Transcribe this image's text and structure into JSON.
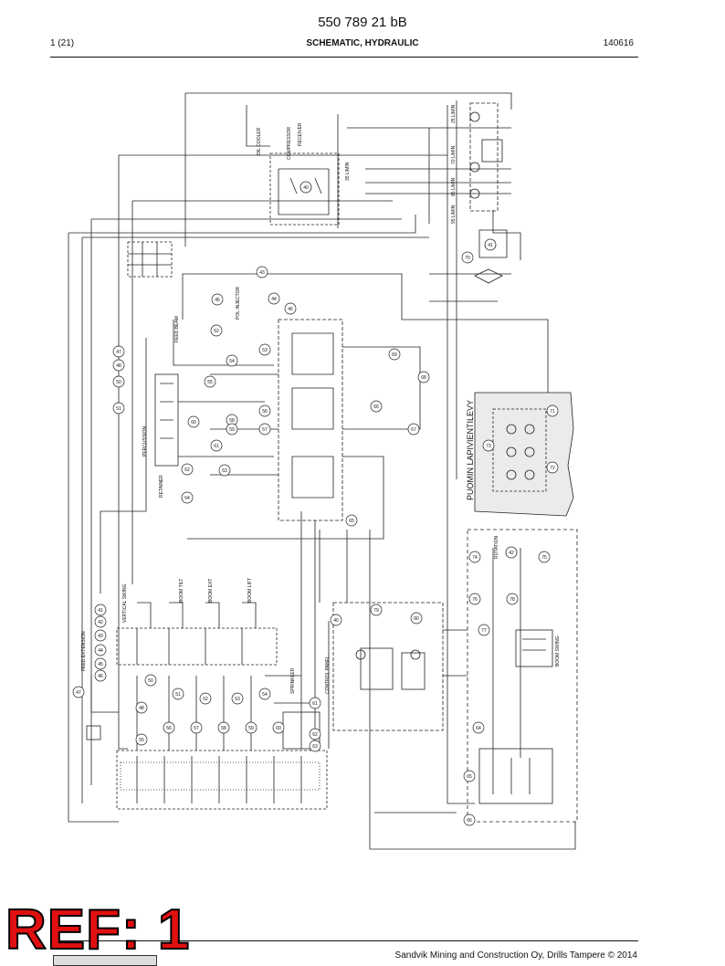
{
  "header": {
    "doc_number": "550 789 21 bB",
    "page": "1 (21)",
    "title": "SCHEMATIC, HYDRAULIC",
    "date": "140616"
  },
  "footer": {
    "copyright": "Sandvik Mining and Construction Oy, Drills Tampere © 2014",
    "stamp": "REF: 1"
  },
  "labels": {
    "oil_cooler": "OIL COOLER",
    "compressor": "COMPRESSOR",
    "receiver": "RECEIVER",
    "feed_beam": "FEED BEAM",
    "percussion": "PERCUSSION",
    "retainer": "RETAINER",
    "pol_injector": "POL INJECTOR",
    "control_panel": "CONTROL PANEL",
    "rotation": "ROTATION",
    "boom_swing": "BOOM SWING",
    "vertical_swing": "VERTICAL SWING",
    "boom_tilt": "BOOM TILT",
    "boom_ext": "BOOM EXT",
    "boom_lift": "BOOM LIFT",
    "feed_extension": "FEED EXTENSION",
    "sprinkler": "SPRINKLER",
    "hydraulic_panel": "PUOMIN LAPIVIENTILEVY",
    "flow_lines": [
      "25 L/MIN",
      "35 L/MIN",
      "70 L/MIN",
      "85 L/MIN",
      "95 L/MIN"
    ]
  },
  "callouts": [
    "40",
    "41",
    "42",
    "43",
    "44",
    "45",
    "46",
    "47",
    "48",
    "50",
    "51",
    "52",
    "53",
    "54",
    "55",
    "56",
    "57",
    "58",
    "59",
    "60",
    "61",
    "62",
    "63",
    "64",
    "65",
    "66",
    "67",
    "68",
    "69",
    "70",
    "71",
    "72",
    "73",
    "74",
    "75",
    "76",
    "77",
    "78",
    "79",
    "80"
  ]
}
